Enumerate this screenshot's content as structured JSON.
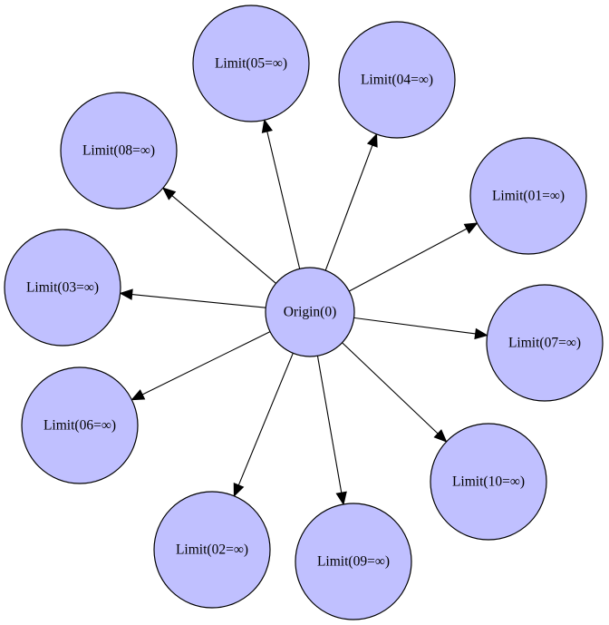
{
  "graph": {
    "colors": {
      "node_fill": "#c0c0ff",
      "node_stroke": "#000000",
      "edge": "#000000"
    },
    "center": {
      "id": "origin",
      "label": "Origin(0)"
    },
    "nodes": [
      {
        "id": "n05",
        "label": "Limit(05=∞)"
      },
      {
        "id": "n04",
        "label": "Limit(04=∞)"
      },
      {
        "id": "n08",
        "label": "Limit(08=∞)"
      },
      {
        "id": "n01",
        "label": "Limit(01=∞)"
      },
      {
        "id": "n03",
        "label": "Limit(03=∞)"
      },
      {
        "id": "n07",
        "label": "Limit(07=∞)"
      },
      {
        "id": "n06",
        "label": "Limit(06=∞)"
      },
      {
        "id": "n10",
        "label": "Limit(10=∞)"
      },
      {
        "id": "n02",
        "label": "Limit(02=∞)"
      },
      {
        "id": "n09",
        "label": "Limit(09=∞)"
      }
    ],
    "edges": [
      {
        "from": "origin",
        "to": "n05"
      },
      {
        "from": "origin",
        "to": "n04"
      },
      {
        "from": "origin",
        "to": "n08"
      },
      {
        "from": "origin",
        "to": "n01"
      },
      {
        "from": "origin",
        "to": "n03"
      },
      {
        "from": "origin",
        "to": "n07"
      },
      {
        "from": "origin",
        "to": "n06"
      },
      {
        "from": "origin",
        "to": "n10"
      },
      {
        "from": "origin",
        "to": "n02"
      },
      {
        "from": "origin",
        "to": "n09"
      }
    ]
  }
}
